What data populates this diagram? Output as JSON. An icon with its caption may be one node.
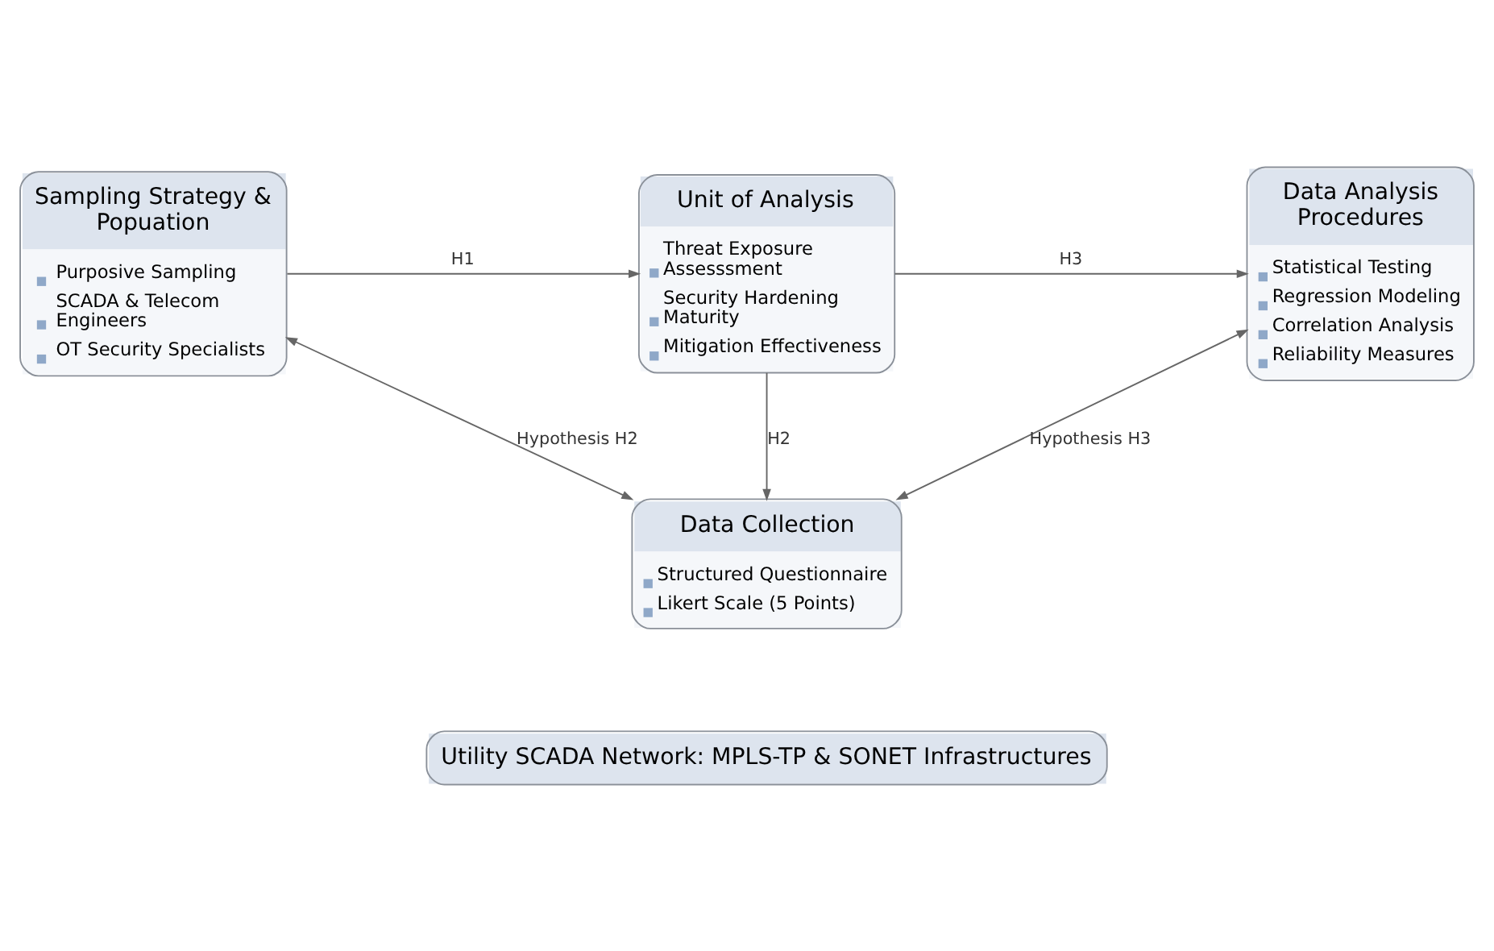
{
  "diagram": {
    "nodes": [
      {
        "text": [
          "Sampling Strategy & Popuation",
          "Purposive Sampling",
          "SCADA & Telecom Engineers",
          "OT Security Specialists"
        ]
      },
      {
        "text": [
          "Unit of Analysis",
          "Threat Exposure Assesssment",
          "Security Hardening Maturity",
          "Mitigation Effectiveness"
        ]
      },
      {
        "text": [
          "Data Analysis Procedures",
          "Statistical Testing",
          "Regression Modeling",
          "Correlation Analysis",
          "Reliability Measures"
        ]
      },
      {
        "text": [
          "Data Collection",
          "Structured Questionnaire",
          "Likert Scale (5 Points)"
        ]
      },
      {
        "text": [
          "Utility SCADA Network: MPLS-TP & SONET Infrastructures"
        ]
      }
    ],
    "edges": [
      {
        "from": 0,
        "to": 1,
        "arrow": "to",
        "label": "H1"
      },
      {
        "from": 1,
        "to": 2,
        "arrow": "to",
        "label": "H3"
      },
      {
        "from": 1,
        "to": 3,
        "arrow": "to",
        "label": "H2"
      },
      {
        "from": 0,
        "to": 3,
        "arrow": "both",
        "label": "Hypothesis H2"
      },
      {
        "from": 2,
        "to": 3,
        "arrow": "both",
        "label": "Hypothesis H3"
      }
    ]
  }
}
